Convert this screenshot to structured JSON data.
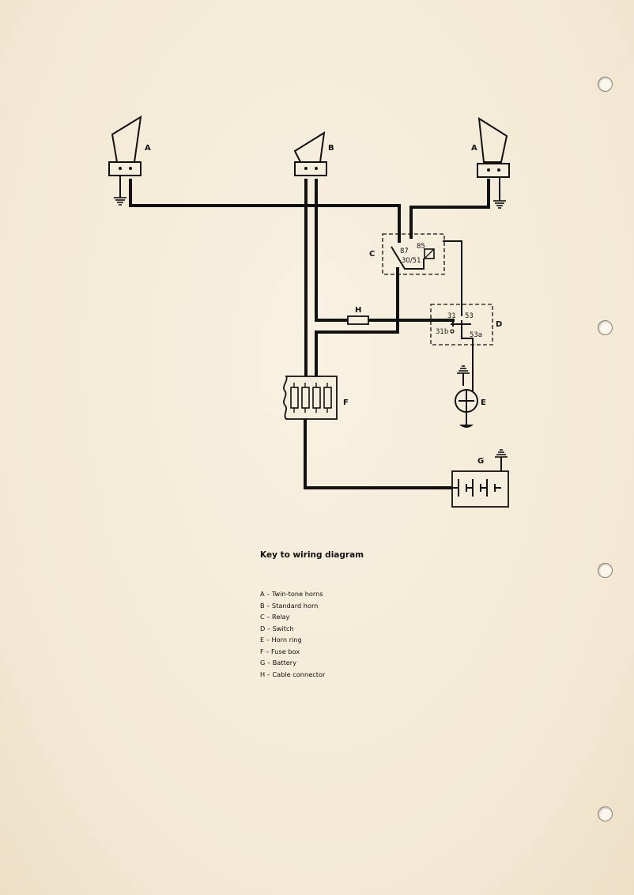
{
  "diagram": {
    "components": {
      "horn_left": "A",
      "horn_center": "B",
      "horn_right": "A",
      "relay": "C",
      "switch": "D",
      "horn_ring": "E",
      "fuse_box": "F",
      "battery": "G",
      "cable_connector": "H"
    },
    "terminals": {
      "relay_87": "87",
      "relay_85": "85",
      "relay_30_51": "30/51",
      "switch_31": "31",
      "switch_53": "53",
      "switch_31b": "31b",
      "switch_53a": "53a"
    }
  },
  "key": {
    "title": "Key to wiring diagram",
    "items": [
      "A – Twin-tone horns",
      "B – Standard horn",
      "C – Relay",
      "D – Switch",
      "E – Horn ring",
      "F – Fuse box",
      "G – Battery",
      "H – Cable connector"
    ]
  }
}
